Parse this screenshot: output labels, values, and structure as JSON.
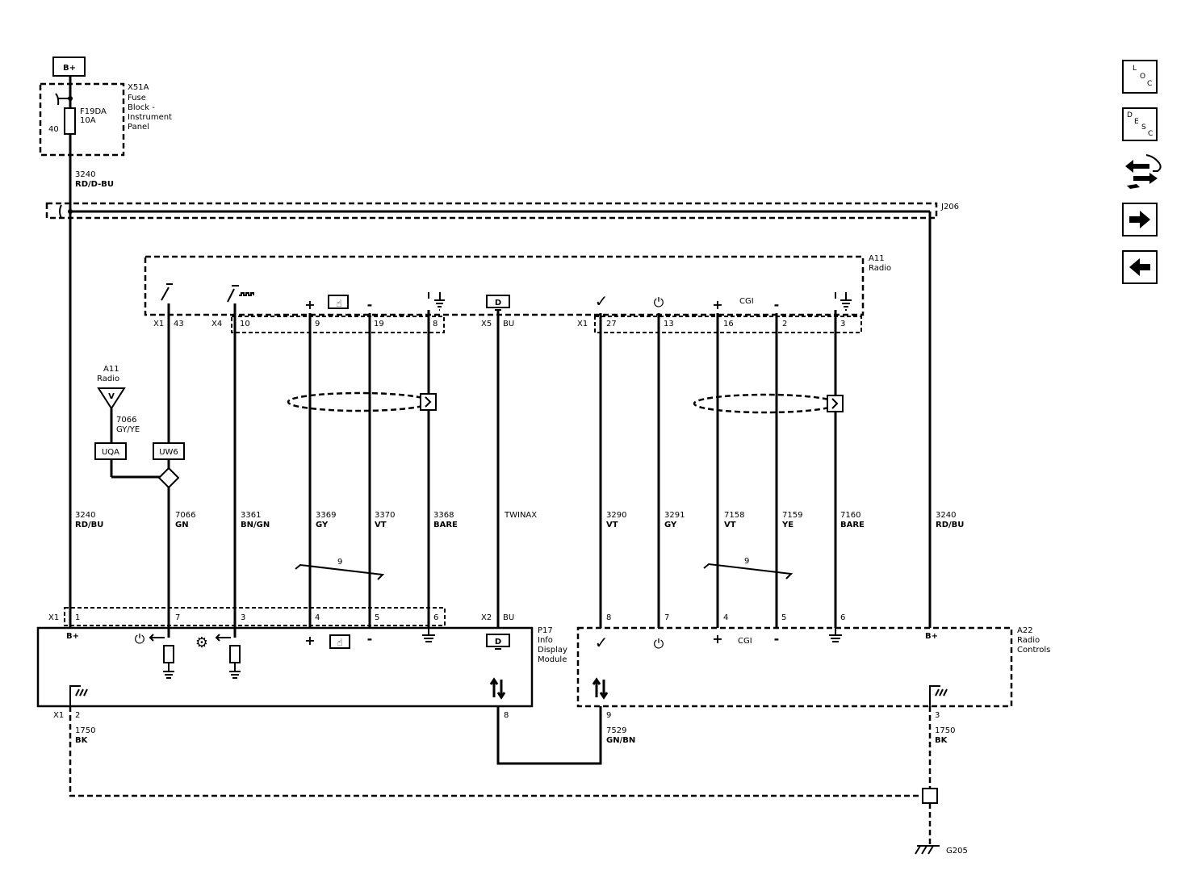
{
  "nav": {
    "loc": [
      "L",
      "O",
      "C"
    ],
    "desc": [
      "D",
      "E",
      "S",
      "C"
    ]
  },
  "labels": {
    "battery": "B+",
    "fuse_block_num": "X51A",
    "fuse_block_name": [
      "Fuse",
      "Block -",
      "Instrument",
      "Panel"
    ],
    "fuse_id": "F19DA",
    "fuse_rating": "10A",
    "fuse_pin": "40",
    "wire_top_num": "3240",
    "wire_top_color": "RD/D-BU",
    "splice": "J206",
    "radio_ref": "A11",
    "radio_name": "Radio",
    "left_radio_ref": "A11",
    "left_radio_name": "Radio",
    "wire_7066_num": "7066",
    "wire_7066_color": "GY/YE",
    "conn_uqa": "UQA",
    "conn_uw6": "UW6",
    "cgi": "CGI",
    "twist": "9",
    "ground": "G205",
    "p17_ref": "P17",
    "p17_name": [
      "Info",
      "Display",
      "Module"
    ],
    "a22_ref": "A22",
    "a22_name": [
      "Radio",
      "Controls"
    ]
  },
  "radio_pins": [
    {
      "conn": "X1",
      "pin": "43"
    },
    {
      "conn": "X4",
      "pin": "10"
    },
    {
      "conn": "",
      "pin": "9"
    },
    {
      "conn": "",
      "pin": "19"
    },
    {
      "conn": "",
      "pin": "8"
    },
    {
      "conn": "X5",
      "pin": "BU"
    },
    {
      "conn": "X1",
      "pin": "27"
    },
    {
      "conn": "",
      "pin": "13"
    },
    {
      "conn": "",
      "pin": "16"
    },
    {
      "conn": "",
      "pin": "2"
    },
    {
      "conn": "",
      "pin": "3"
    }
  ],
  "wires": [
    {
      "num": "3240",
      "color": "RD/BU"
    },
    {
      "num": "7066",
      "color": "GN"
    },
    {
      "num": "3361",
      "color": "BN/GN"
    },
    {
      "num": "3369",
      "color": "GY"
    },
    {
      "num": "3370",
      "color": "VT"
    },
    {
      "num": "3368",
      "color": "BARE"
    },
    {
      "num": "TWINAX",
      "color": ""
    },
    {
      "num": "3290",
      "color": "VT"
    },
    {
      "num": "3291",
      "color": "GY"
    },
    {
      "num": "7158",
      "color": "VT"
    },
    {
      "num": "7159",
      "color": "YE"
    },
    {
      "num": "7160",
      "color": "BARE"
    },
    {
      "num": "3240",
      "color": "RD/BU"
    }
  ],
  "p17_pins": [
    {
      "conn": "X1",
      "pin": "1"
    },
    {
      "conn": "",
      "pin": "7"
    },
    {
      "conn": "",
      "pin": "3"
    },
    {
      "conn": "",
      "pin": "4"
    },
    {
      "conn": "",
      "pin": "5"
    },
    {
      "conn": "",
      "pin": "6"
    },
    {
      "conn": "X2",
      "pin": "BU"
    }
  ],
  "a22_pins": [
    {
      "pin": "8"
    },
    {
      "pin": "7"
    },
    {
      "pin": "4"
    },
    {
      "pin": "5"
    },
    {
      "pin": "6"
    }
  ],
  "bottom": {
    "p17_ground_conn": "X1",
    "p17_ground_pin": "2",
    "p17_ground_wire_num": "1750",
    "p17_ground_wire_color": "BK",
    "p17_serial_pin": "8",
    "a22_serial_pin": "9",
    "serial_wire_num": "7529",
    "serial_wire_color": "GN/BN",
    "a22_ground_pin": "3",
    "a22_ground_wire_num": "1750",
    "a22_ground_wire_color": "BK"
  }
}
